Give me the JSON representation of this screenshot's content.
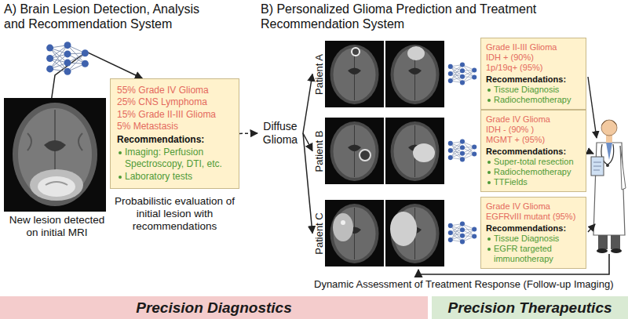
{
  "diagram": {
    "nodes": [
      {
        "text": [
          "New lesion detected on initial MRI"
        ]
      },
      {
        "text": [
          "55% Grade IV Glioma",
          "25% CNS Lymphoma",
          "15% Grade II-III Glioma",
          "5% Metastasis",
          "Recommendations:",
          "Imaging: Perfusion Spectroscopy, DTI, etc.",
          "Laboratory tests"
        ]
      },
      {
        "text": [
          "Diffuse Glioma"
        ]
      },
      {
        "text": [
          "Patient A"
        ]
      },
      {
        "text": [
          "Grade II-III Glioma",
          "IDH + (90%)",
          "1p/19q+ (95%)",
          "Recommendations:",
          "Tissue Diagnosis",
          "Radiochemotherapy"
        ]
      },
      {
        "text": [
          "Patient B"
        ]
      },
      {
        "text": [
          "Grade IV Glioma",
          "IDH - (90% )",
          "MGMT + (95%)",
          "Recommendations:",
          "Super-total resection",
          "Radiochemotherapy",
          "TTFields"
        ]
      },
      {
        "text": [
          "Patient C"
        ]
      },
      {
        "text": [
          "Grade IV Glioma",
          "EGFRvIII mutant (95%)",
          "Recommendations:",
          "Tissue Diagnosis",
          "EGFR targeted immunotherapy"
        ]
      },
      {
        "text": [
          "Precision Diagnostics"
        ]
      },
      {
        "text": [
          "Precision Therapeutics"
        ]
      }
    ],
    "edges": [
      {
        "from": 0,
        "to": 1,
        "arrow": "to"
      },
      {
        "from": 1,
        "to": 2,
        "arrow": "to"
      },
      {
        "from": 2,
        "to": 3,
        "arrow": "to"
      },
      {
        "from": 2,
        "to": 5,
        "arrow": "to"
      },
      {
        "from": 2,
        "to": 7,
        "arrow": "to"
      }
    ],
    "labels": [
      "A) Brain Lesion Detection, Analysis and Recommendation System",
      "B) Personalized Glioma Prediction and Treatment Recommendation System",
      "Probabilistic evaluation of initial lesion with recommendations",
      "Dynamic Assessment of Treatment Response (Follow-up Imaging)"
    ]
  }
}
